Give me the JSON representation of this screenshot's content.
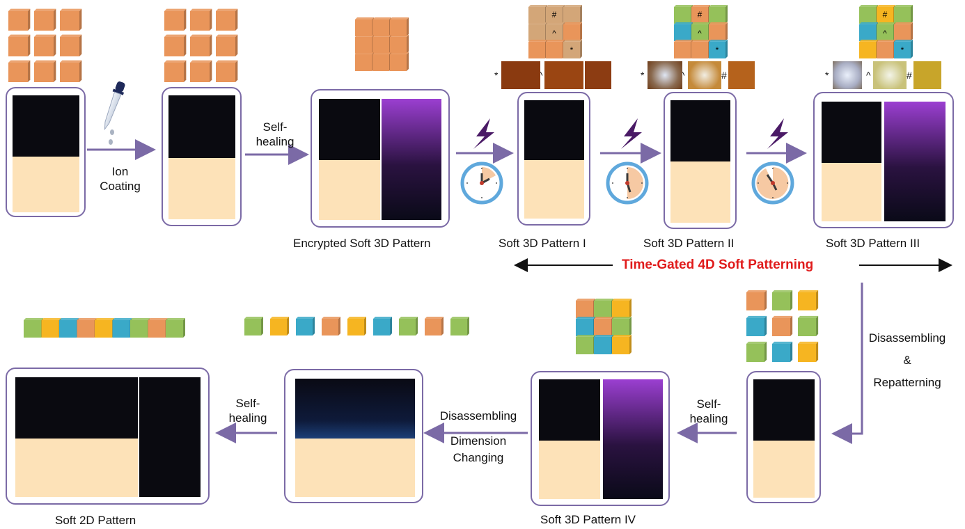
{
  "colors": {
    "frame": "#7b6aa6",
    "arrow": "#7b6aa6",
    "orange": "#e9955a",
    "green": "#95c15a",
    "blue": "#3aa9c8",
    "yellow": "#f6b521",
    "lightning": "#4a1a66",
    "clock": "#5fa8dc",
    "highlight": "#e01b1b"
  },
  "steps": {
    "ion_coating": [
      "Ion",
      "Coating"
    ],
    "self_healing_1": [
      "Self-",
      "healing"
    ],
    "self_healing_2": [
      "Self-",
      "healing"
    ],
    "self_healing_3": [
      "Self-",
      "healing"
    ],
    "disassembling_repatterning": [
      "Disassembling",
      "&",
      "Repatterning"
    ],
    "disassembling_dimension": [
      "Disassembling",
      "Dimension",
      "Changing"
    ]
  },
  "captions": {
    "encrypted": "Encrypted Soft 3D Pattern",
    "pattern_1": "Soft 3D Pattern I",
    "pattern_2": "Soft 3D Pattern II",
    "pattern_3": "Soft 3D Pattern III",
    "pattern_4": "Soft 3D Pattern IV",
    "pattern_2d": "Soft 2D Pattern"
  },
  "banner": "Time-Gated 4D Soft Patterning",
  "markers": {
    "star": "*",
    "caret": "^",
    "hash": "#"
  },
  "grids": {
    "pattern_1": [
      "muted-orange",
      "muted-orange",
      "muted-orange",
      "muted-orange",
      "muted-orange",
      "orange",
      "orange",
      "orange",
      "muted-orange"
    ],
    "pattern_2": [
      "green",
      "orange",
      "green",
      "blue",
      "green",
      "orange",
      "orange",
      "orange",
      "blue"
    ],
    "pattern_3": [
      "green",
      "yellow",
      "green",
      "blue",
      "green",
      "orange",
      "yellow",
      "orange",
      "blue"
    ],
    "pattern_4": [
      "orange",
      "green",
      "yellow",
      "blue",
      "orange",
      "green",
      "green",
      "blue",
      "yellow"
    ],
    "repattern": [
      "orange",
      "green",
      "yellow",
      "blue",
      "orange",
      "green",
      "green",
      "blue",
      "yellow"
    ],
    "row_joined": [
      "green",
      "yellow",
      "blue",
      "orange",
      "yellow",
      "blue",
      "green",
      "orange",
      "green"
    ],
    "row_separate": [
      "green",
      "yellow",
      "blue",
      "orange",
      "yellow",
      "blue",
      "green",
      "orange",
      "green"
    ]
  }
}
